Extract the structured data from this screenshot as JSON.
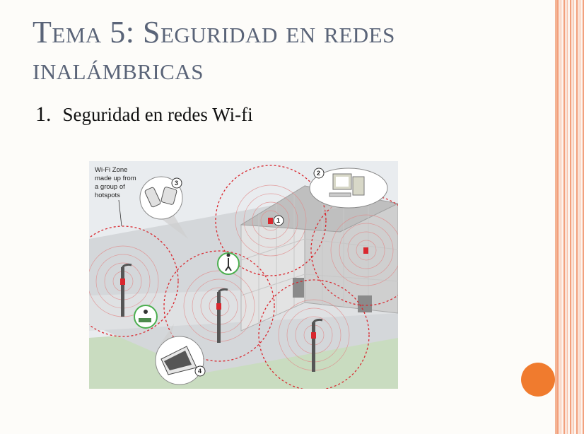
{
  "slide": {
    "title": "Tema 5: Seguridad en redes inalámbricas",
    "bullet_number": "1.",
    "bullet_text": "Seguridad en redes Wi-fi"
  },
  "figure": {
    "zone_label_lines": [
      "Wi-Fi Zone",
      "made up from",
      "a group of",
      "hotspots"
    ],
    "callout_numbers": [
      "1",
      "2",
      "3",
      "4"
    ]
  },
  "colors": {
    "title": "#5a6478",
    "accent_circle": "#f07b2e",
    "stripe": "#f2a07d",
    "signal": "#d9272e"
  }
}
